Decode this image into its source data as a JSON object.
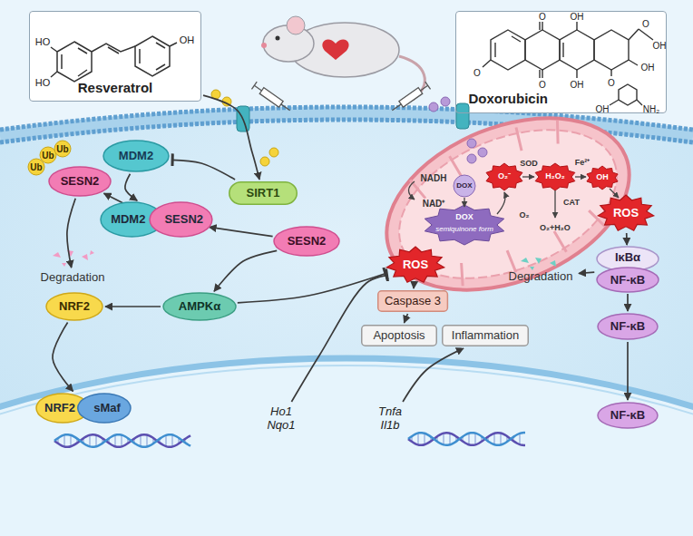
{
  "diagram": {
    "nodes": [
      {
        "text": [
          "Resveratrol"
        ]
      },
      {
        "text": [
          "Doxorubicin"
        ]
      },
      {
        "text": [
          "MDM2"
        ]
      },
      {
        "text": [
          "SIRT1"
        ]
      },
      {
        "text": [
          "SESN2"
        ]
      },
      {
        "text": [
          "MDM2",
          "SESN2"
        ]
      },
      {
        "text": [
          "SESN2"
        ]
      },
      {
        "text": [
          "NRF2"
        ]
      },
      {
        "text": [
          "AMPKα"
        ]
      },
      {
        "text": [
          "Degradation"
        ]
      },
      {
        "text": [
          "ROS"
        ]
      },
      {
        "text": [
          "Caspase 3"
        ]
      },
      {
        "text": [
          "Apoptosis"
        ]
      },
      {
        "text": [
          "Inflammation"
        ]
      },
      {
        "text": [
          "Degradation"
        ]
      },
      {
        "text": [
          "IκBα",
          "NF-κB"
        ]
      },
      {
        "text": [
          "NF-κB"
        ]
      },
      {
        "text": [
          "NRF2",
          "sMaf"
        ]
      },
      {
        "text": [
          "NF-κB"
        ]
      },
      {
        "text": [
          "ROS"
        ]
      },
      {
        "text": [
          "Ho1 Nqo1"
        ]
      },
      {
        "text": [
          "Tnfa Il1b"
        ]
      }
    ],
    "edges": [
      {
        "from": 0,
        "to": 3,
        "arrow": "to"
      },
      {
        "from": 2,
        "to": 5,
        "arrow": "to"
      },
      {
        "from": 3,
        "to": 2,
        "arrow": "to"
      },
      {
        "from": 6,
        "to": 5,
        "arrow": "to"
      },
      {
        "from": 5,
        "to": 4,
        "arrow": "to"
      },
      {
        "from": 4,
        "to": 9,
        "arrow": "to"
      },
      {
        "from": 6,
        "to": 8,
        "arrow": "to"
      },
      {
        "from": 8,
        "to": 7,
        "arrow": "to"
      },
      {
        "from": 7,
        "to": 17,
        "arrow": "to"
      },
      {
        "from": 8,
        "to": 10,
        "arrow": "to"
      },
      {
        "from": 20,
        "to": 10,
        "arrow": "to"
      },
      {
        "from": 10,
        "to": 11,
        "arrow": "to"
      },
      {
        "from": 11,
        "to": 12,
        "arrow": "to"
      },
      {
        "from": 19,
        "to": 15,
        "arrow": "to"
      },
      {
        "from": 15,
        "to": 14,
        "arrow": "to"
      },
      {
        "from": 15,
        "to": 16,
        "arrow": "to"
      },
      {
        "from": 16,
        "to": 18,
        "arrow": "to"
      },
      {
        "from": 21,
        "to": 13,
        "arrow": "to"
      }
    ],
    "labels": [
      "Ub",
      "Ub",
      "Ub",
      "HO",
      "HO",
      "OH",
      "O",
      "OH",
      "O",
      "OH",
      "O",
      "O",
      "OH",
      "OH",
      "O",
      "OH",
      "NH₂",
      "NADH",
      "NAD⁺",
      "DOX",
      "O₂⁻",
      "SOD",
      "H₂O₂",
      "Fe²⁺",
      "OH",
      "CAT",
      "O₂+H₂O",
      "DOX",
      "semiquinone form",
      "O₂"
    ]
  }
}
